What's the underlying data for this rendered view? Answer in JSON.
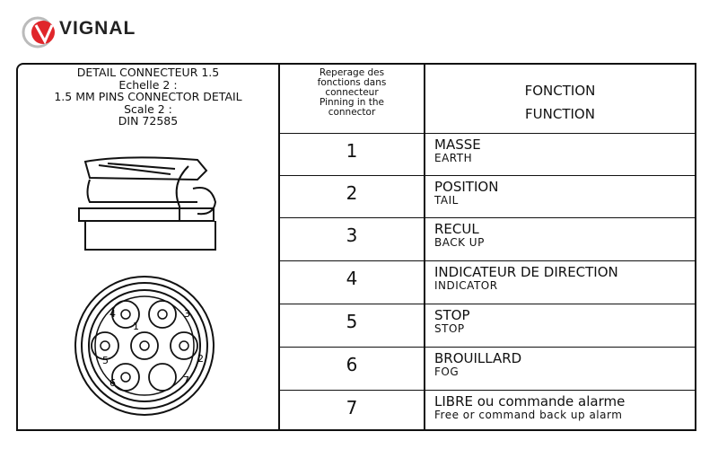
{
  "logo": {
    "text": "VIGNAL"
  },
  "left_header": {
    "lines": [
      "DETAIL CONNECTEUR 1.5",
      "Echelle 2 :",
      "1.5 MM PINS CONNECTOR DETAIL",
      "Scale 2 :",
      "DIN 72585"
    ]
  },
  "pin_header": {
    "lines": [
      "Reperage des",
      "fonctions dans",
      "connecteur",
      "Pinning in the",
      "connector"
    ]
  },
  "function_header": {
    "fr": "FONCTION",
    "en": "FUNCTION"
  },
  "rows": [
    {
      "pin": "1",
      "fr": "MASSE",
      "en": "EARTH"
    },
    {
      "pin": "2",
      "fr": "POSITION",
      "en": "TAIL"
    },
    {
      "pin": "3",
      "fr": "RECUL",
      "en": "BACK UP"
    },
    {
      "pin": "4",
      "fr": "INDICATEUR DE DIRECTION",
      "en": "INDICATOR"
    },
    {
      "pin": "5",
      "fr": "STOP",
      "en": "STOP"
    },
    {
      "pin": "6",
      "fr": "BROUILLARD",
      "en": "FOG"
    },
    {
      "pin": "7",
      "fr": "LIBRE ou commande alarme",
      "en": "Free or command back up alarm"
    }
  ],
  "connector_pin_labels": [
    "1",
    "2",
    "3",
    "4",
    "5",
    "6",
    "7"
  ],
  "colors": {
    "logo_red": "#e0262b"
  }
}
